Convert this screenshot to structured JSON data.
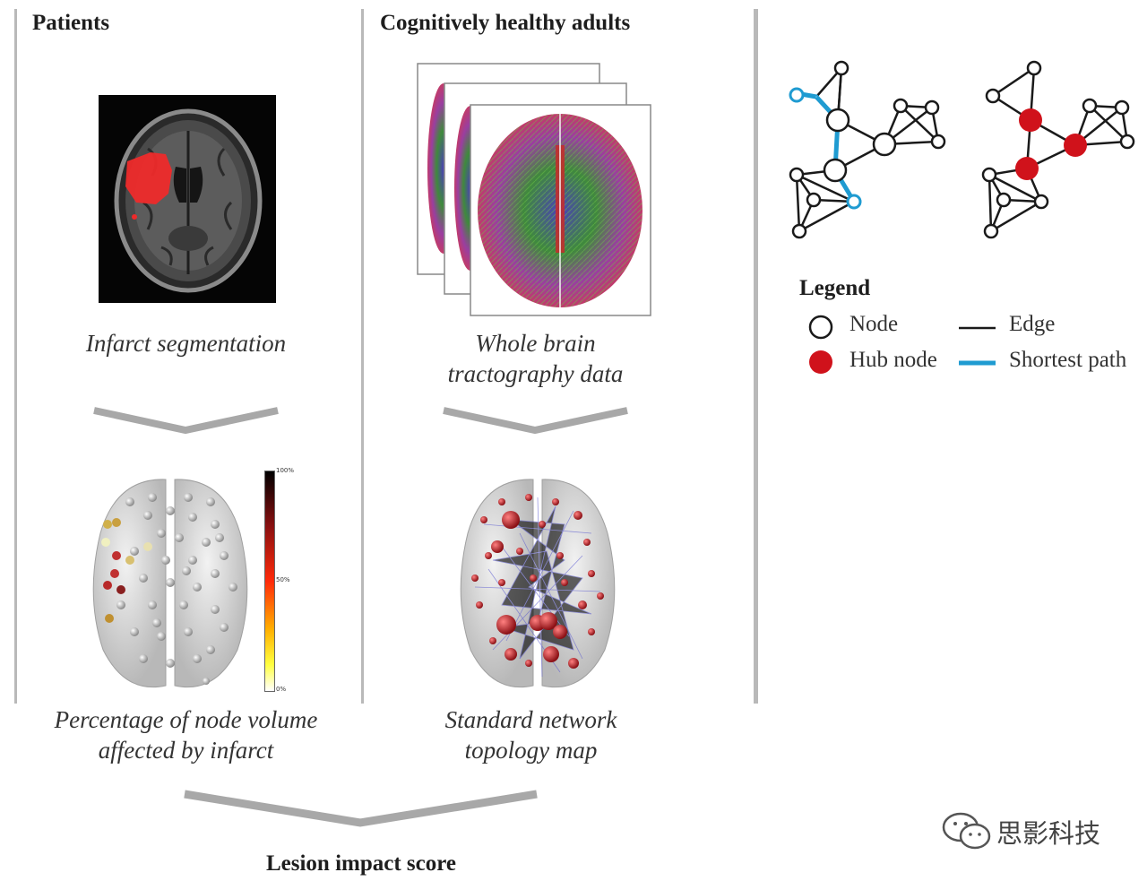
{
  "columns": {
    "patients": {
      "heading": "Patients",
      "caption_top": "Infarct segmentation",
      "caption_bottom_line1": "Percentage of node volume",
      "caption_bottom_line2": "affected by infarct",
      "colorbar": {
        "max_label": "100%",
        "mid_label": "50%",
        "min_label": "0%"
      }
    },
    "healthy": {
      "heading": "Cognitively healthy adults",
      "caption_top_line1": "Whole brain",
      "caption_top_line2": "tractography data",
      "caption_bottom_line1": "Standard network",
      "caption_bottom_line2": "topology map"
    }
  },
  "legend": {
    "title": "Legend",
    "items": [
      {
        "symbol": "node",
        "label": "Node"
      },
      {
        "symbol": "edge",
        "label": "Edge"
      },
      {
        "symbol": "hub-node",
        "label": "Hub node"
      },
      {
        "symbol": "shortest-path",
        "label": "Shortest path"
      }
    ]
  },
  "result": {
    "label": "Lesion impact score"
  },
  "watermark": {
    "text": "思影科技"
  },
  "colors": {
    "hub": "#d0121b",
    "shortest_path": "#1f9bd1",
    "divider": "#b9b9b9",
    "infarct": "#ee2a2a"
  }
}
